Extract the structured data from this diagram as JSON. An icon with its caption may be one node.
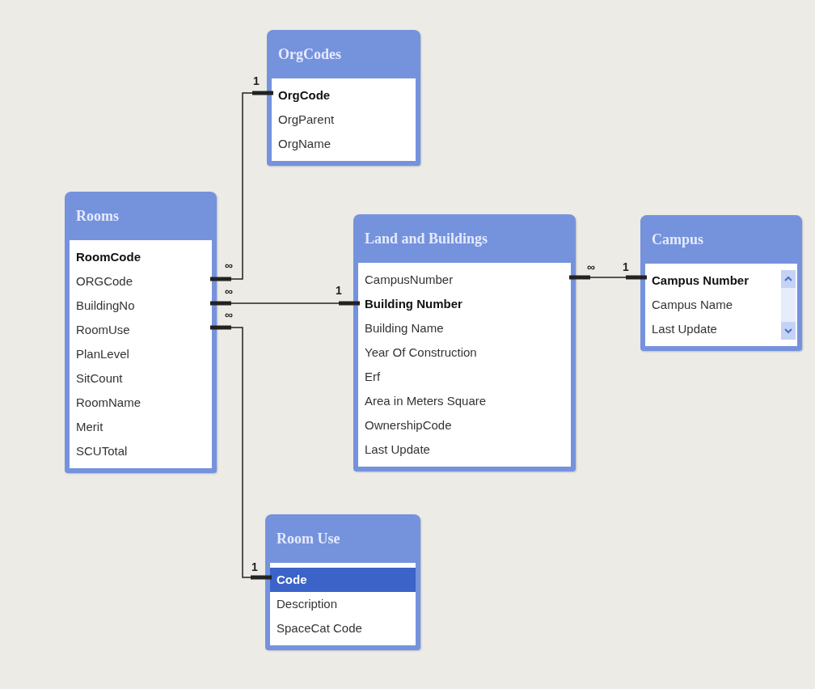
{
  "diagram": {
    "nodes": [
      {
        "text": [
          "OrgCodes"
        ]
      },
      {
        "text": [
          "OrgCode"
        ],
        "in": 0
      },
      {
        "text": [
          "OrgParent"
        ],
        "in": 0
      },
      {
        "text": [
          "OrgName"
        ],
        "in": 0
      },
      {
        "text": [
          "Rooms"
        ]
      },
      {
        "text": [
          "RoomCode"
        ],
        "in": 4
      },
      {
        "text": [
          "ORGCode"
        ],
        "in": 4
      },
      {
        "text": [
          "BuildingNo"
        ],
        "in": 4
      },
      {
        "text": [
          "RoomUse"
        ],
        "in": 4
      },
      {
        "text": [
          "PlanLevel"
        ],
        "in": 4
      },
      {
        "text": [
          "SitCount"
        ],
        "in": 4
      },
      {
        "text": [
          "RoomName"
        ],
        "in": 4
      },
      {
        "text": [
          "Merit"
        ],
        "in": 4
      },
      {
        "text": [
          "SCUTotal"
        ],
        "in": 4
      },
      {
        "text": [
          "Land and Buildings"
        ]
      },
      {
        "text": [
          "CampusNumber"
        ],
        "in": 14
      },
      {
        "text": [
          "Building Number"
        ],
        "in": 14
      },
      {
        "text": [
          "Building Name"
        ],
        "in": 14
      },
      {
        "text": [
          "Year Of Construction"
        ],
        "in": 14
      },
      {
        "text": [
          "Erf"
        ],
        "in": 14
      },
      {
        "text": [
          "Area in Meters Square"
        ],
        "in": 14
      },
      {
        "text": [
          "OwnershipCode"
        ],
        "in": 14
      },
      {
        "text": [
          "Last Update"
        ],
        "in": 14
      },
      {
        "text": [
          "Campus"
        ]
      },
      {
        "text": [
          "Campus Number"
        ],
        "in": 23
      },
      {
        "text": [
          "Campus Name"
        ],
        "in": 23
      },
      {
        "text": [
          "Last Update"
        ],
        "in": 23
      },
      {
        "text": [
          "Room Use"
        ]
      },
      {
        "text": [
          "Code"
        ],
        "in": 27
      },
      {
        "text": [
          "Description"
        ],
        "in": 27
      },
      {
        "text": [
          "SpaceCat Code"
        ],
        "in": 27
      }
    ],
    "edges": [
      {
        "from": 6,
        "to": 1,
        "arrow": "other"
      },
      {
        "from": 7,
        "to": 16,
        "arrow": "other"
      },
      {
        "from": 8,
        "to": 28,
        "arrow": "other"
      },
      {
        "from": 15,
        "to": 24,
        "arrow": "other"
      }
    ],
    "labels": [
      "1",
      "∞",
      "∞",
      "1",
      "1",
      "∞",
      "∞",
      "1"
    ]
  }
}
